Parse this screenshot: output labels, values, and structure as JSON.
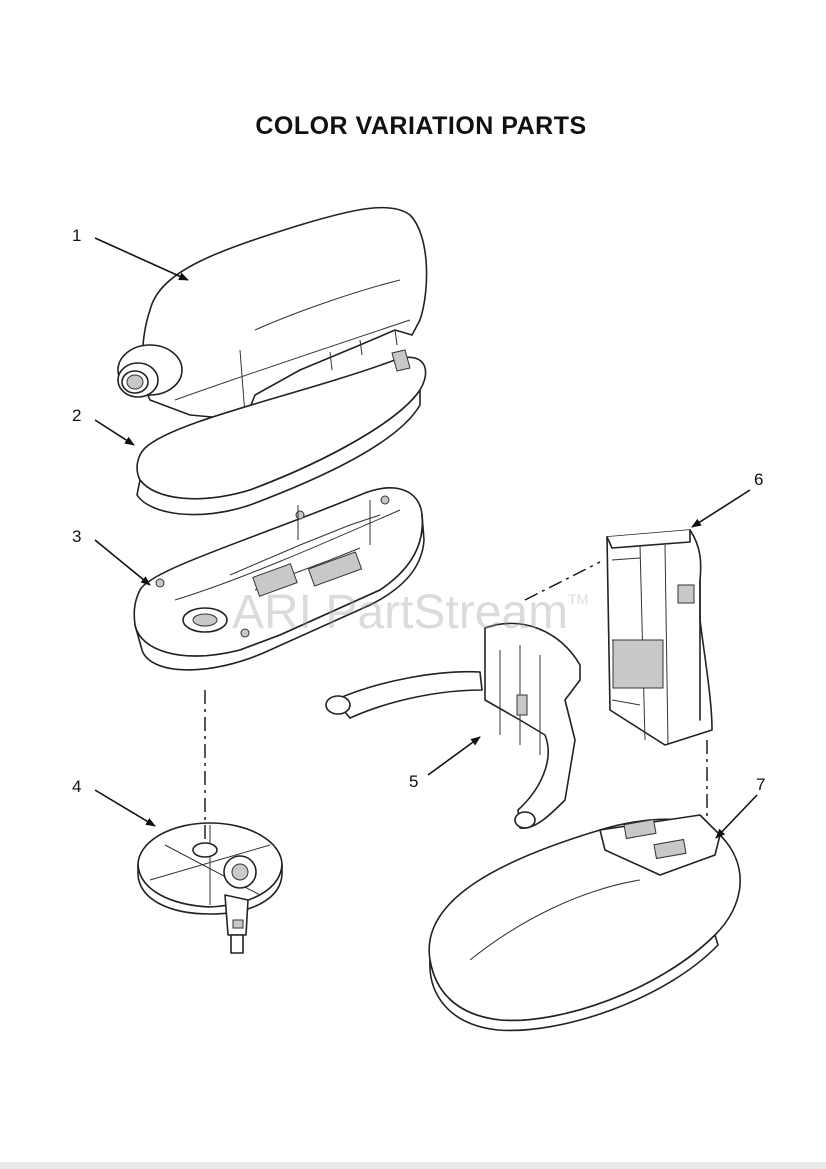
{
  "document": {
    "title": "COLOR VARIATION PARTS",
    "watermark": "ARI PartStream",
    "watermark_tm": "TM"
  },
  "callouts": [
    {
      "id": "1"
    },
    {
      "id": "2"
    },
    {
      "id": "3"
    },
    {
      "id": "4"
    },
    {
      "id": "5"
    },
    {
      "id": "6"
    },
    {
      "id": "7"
    }
  ]
}
